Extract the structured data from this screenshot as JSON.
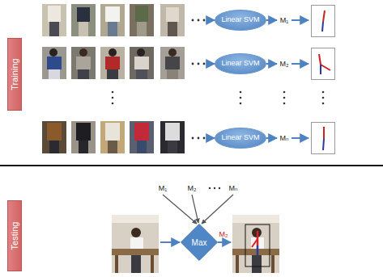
{
  "diagram": {
    "nodes": [
      {
        "text": [
          "Training"
        ]
      },
      {
        "text": [
          "Linear SVM"
        ]
      },
      {
        "text": [
          "Linear SVM"
        ]
      },
      {
        "text": [
          "Linear SVM"
        ]
      },
      {
        "text": [
          "Testing"
        ]
      },
      {
        "text": [
          "Max"
        ]
      }
    ],
    "edges": [],
    "labels": [
      "M₁",
      "M₂",
      "Mₙ",
      "M₁",
      "M₂",
      "Mₙ",
      "M₂"
    ]
  }
}
